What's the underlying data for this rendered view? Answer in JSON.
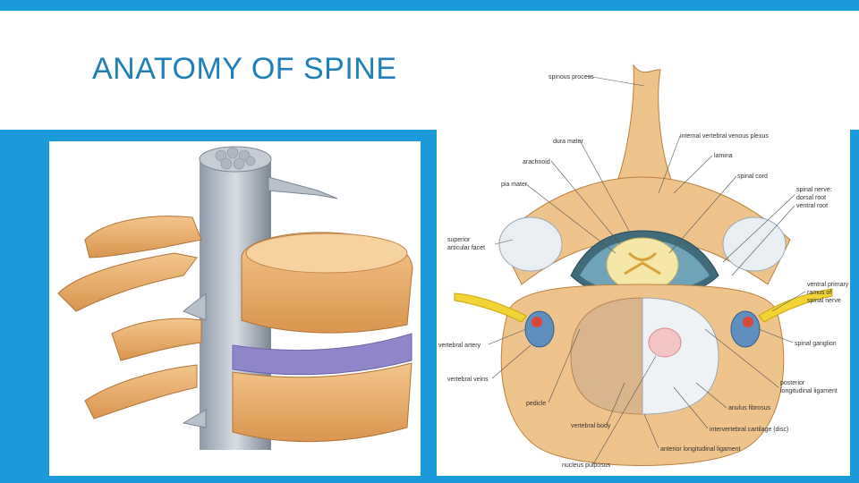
{
  "slide": {
    "title": "ANATOMY OF SPINE",
    "accent_color": "#1a9ad9"
  },
  "illustration_left": {
    "icon": "lumbar-vertebrae-side-view-illustration"
  },
  "illustration_right": {
    "icon": "vertebra-cross-section-illustration",
    "labels": [
      "spinous process",
      "internal vertebral venous plexus",
      "dura mater",
      "lamina",
      "arachnoid",
      "spinal cord",
      "pia mater",
      "spinal nerve:",
      "dorsal root",
      "ventral root",
      "superior",
      "articular facet",
      "ventral primary",
      "ramus of",
      "spinal nerve",
      "vertebral artery",
      "spinal ganglion",
      "vertebral veins",
      "posterior",
      "longitudinal ligament",
      "pedicle",
      "anulus fibrosus",
      "vertebral body",
      "intervertebral cartilage (disc)",
      "anterior longitudinal ligament",
      "nucleus pulposus"
    ]
  }
}
